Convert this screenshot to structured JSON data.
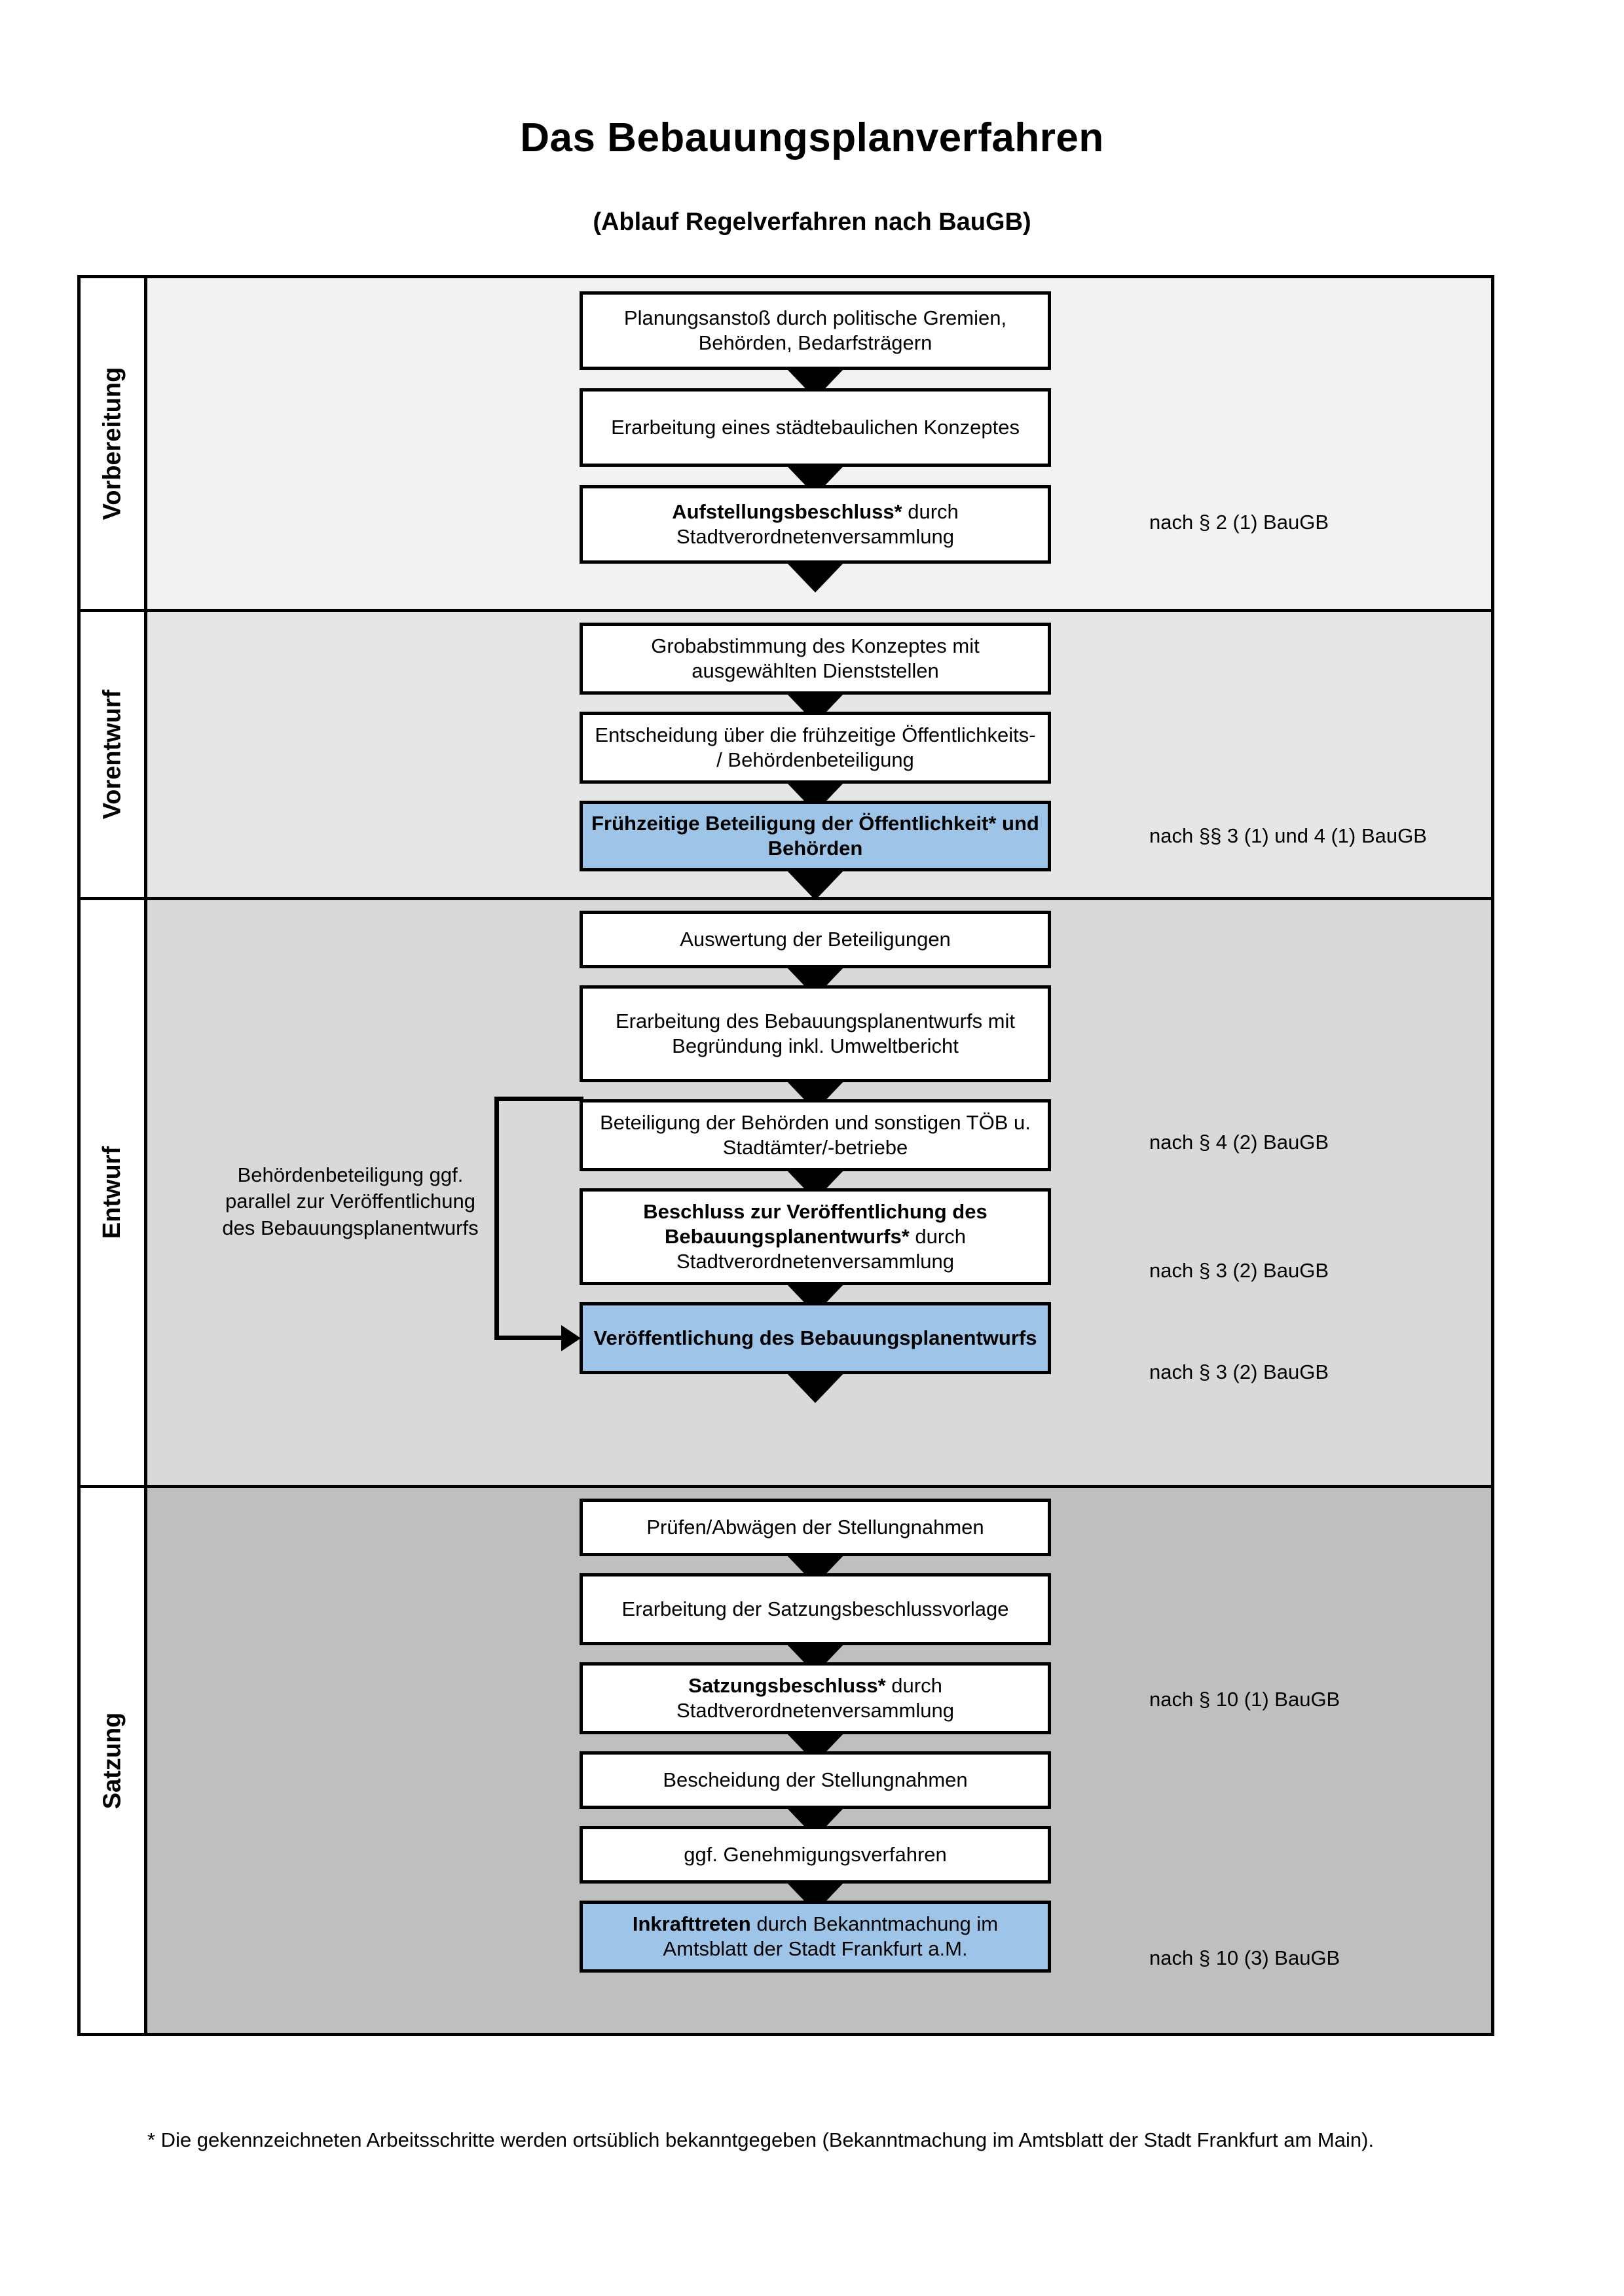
{
  "document": {
    "title": "Das Bebauungsplanverfahren",
    "subtitle": "(Ablauf Regelverfahren nach BauGB)",
    "footnote": "* Die gekennzeichneten Arbeitsschritte werden ortsüblich bekanntgegeben (Bekanntmachung im Amtsblatt  der Stadt Frankfurt am Main)."
  },
  "colors": {
    "highlight_blue": "#9EC5E8",
    "phase_vorbereitung_bg": "#F2F2F2",
    "phase_vorentwurf_bg": "#E6E6E6",
    "phase_entwurf_bg": "#D9D9D9",
    "phase_satzung_bg": "#BFBFBF",
    "line_black": "#000000"
  },
  "phases": [
    {
      "id": "vorbereitung",
      "label": "Vorbereitung",
      "steps": [
        {
          "id": "planungsanstoss",
          "text": "Planungsanstoß durch politische Gremien, Behörden, Bedarfsträgern",
          "bold_prefix": "",
          "highlight": false
        },
        {
          "id": "konzept",
          "text": "Erarbeitung eines städtebaulichen Konzeptes",
          "bold_prefix": "",
          "highlight": false
        },
        {
          "id": "aufstellungsbeschluss",
          "text": " durch Stadtverordnetenversammlung",
          "bold_prefix": "Aufstellungsbeschluss*",
          "highlight": false
        }
      ],
      "legal": [
        {
          "id": "legal-par-2-1",
          "text": "nach § 2 (1) BauGB"
        }
      ]
    },
    {
      "id": "vorentwurf",
      "label": "Vorentwurf",
      "steps": [
        {
          "id": "grobabstimmung",
          "text": "Grobabstimmung des Konzeptes mit ausgewählten Dienststellen",
          "bold_prefix": "",
          "highlight": false
        },
        {
          "id": "entscheidung-fruehzeitig",
          "text": "Entscheidung über die frühzeitige Öffentlichkeits- / Behördenbeteiligung",
          "bold_prefix": "",
          "highlight": false
        },
        {
          "id": "fruehzeitige-beteiligung",
          "text": "Frühzeitige Beteiligung der Öffentlichkeit* und Behörden",
          "bold_prefix": "",
          "highlight": true
        }
      ],
      "legal": [
        {
          "id": "legal-par-3-1-4-1",
          "text": "nach §§ 3 (1) und 4 (1) BauGB"
        }
      ]
    },
    {
      "id": "entwurf",
      "label": "Entwurf",
      "sidenote": "Behördenbeteiligung ggf. parallel zur Veröffentlichung des Bebauungsplanentwurfs",
      "steps": [
        {
          "id": "auswertung",
          "text": "Auswertung der Beteiligungen",
          "bold_prefix": "",
          "highlight": false
        },
        {
          "id": "erarbeitung-entwurf",
          "text": "Erarbeitung des Bebauungsplanentwurfs mit Begründung inkl. Umweltbericht",
          "bold_prefix": "",
          "highlight": false
        },
        {
          "id": "beteiligung-behoerden",
          "text": "Beteiligung der Behörden und sonstigen TÖB u. Stadtämter/-betriebe",
          "bold_prefix": "",
          "highlight": false
        },
        {
          "id": "beschluss-veroeffentlichung",
          "text": " durch Stadtverordnetenversammlung",
          "bold_prefix": "Beschluss zur Veröffentlichung des Bebauungsplanentwurfs*",
          "highlight": false
        },
        {
          "id": "veroeffentlichung",
          "text": "Veröffentlichung des Bebauungsplanentwurfs",
          "bold_prefix": "",
          "highlight": true
        }
      ],
      "legal": [
        {
          "id": "legal-par-4-2",
          "text": "nach § 4 (2) BauGB"
        },
        {
          "id": "legal-par-3-2-a",
          "text": "nach § 3 (2) BauGB"
        },
        {
          "id": "legal-par-3-2-b",
          "text": "nach § 3 (2) BauGB"
        }
      ]
    },
    {
      "id": "satzung",
      "label": "Satzung",
      "steps": [
        {
          "id": "pruefen-abwaegen",
          "text": "Prüfen/Abwägen der Stellungnahmen",
          "bold_prefix": "",
          "highlight": false
        },
        {
          "id": "erarbeitung-satzungsvorlage",
          "text": "Erarbeitung der Satzungsbeschlussvorlage",
          "bold_prefix": "",
          "highlight": false
        },
        {
          "id": "satzungsbeschluss",
          "text": " durch Stadtverordnetenversammlung",
          "bold_prefix": "Satzungsbeschluss*",
          "highlight": false
        },
        {
          "id": "bescheidung",
          "text": "Bescheidung der Stellungnahmen",
          "bold_prefix": "",
          "highlight": false
        },
        {
          "id": "genehmigungsverfahren",
          "text": "ggf. Genehmigungsverfahren",
          "bold_prefix": "",
          "highlight": false
        },
        {
          "id": "inkrafttreten",
          "text": " durch Bekanntmachung im Amtsblatt der Stadt Frankfurt a.M.",
          "bold_prefix": "Inkrafttreten",
          "highlight": true
        }
      ],
      "legal": [
        {
          "id": "legal-par-10-1",
          "text": "nach § 10 (1) BauGB"
        },
        {
          "id": "legal-par-10-3",
          "text": "nach § 10 (3) BauGB"
        }
      ]
    }
  ]
}
